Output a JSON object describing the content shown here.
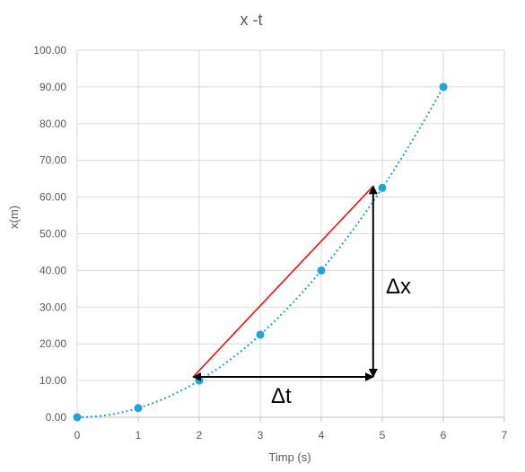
{
  "chart_data": {
    "type": "scatter",
    "title": "x -t",
    "xlabel": "Timp (s)",
    "ylabel": "x(m)",
    "xlim": [
      0,
      7
    ],
    "ylim": [
      0,
      100
    ],
    "x_ticks": [
      "0",
      "1",
      "2",
      "3",
      "4",
      "5",
      "6",
      "7"
    ],
    "y_ticks": [
      "0.00",
      "10.00",
      "20.00",
      "30.00",
      "40.00",
      "50.00",
      "60.00",
      "70.00",
      "80.00",
      "90.00",
      "100.00"
    ],
    "grid": true,
    "legend": "none",
    "series": [
      {
        "x": [
          0,
          1,
          2,
          3,
          4,
          5,
          6
        ],
        "y": [
          0,
          2.5,
          10,
          22.5,
          40,
          62.5,
          90
        ],
        "color": "#1fa3dc",
        "trendline": "polynomial, dotted"
      }
    ],
    "annotations": {
      "secant": {
        "from": [
          1.9,
          11
        ],
        "to": [
          4.85,
          63
        ],
        "color": "#ff0000"
      },
      "delta_t": {
        "label": "Δt",
        "from": [
          1.9,
          11
        ],
        "to": [
          4.85,
          11
        ]
      },
      "delta_x": {
        "label": "Δx",
        "from": [
          4.85,
          11
        ],
        "to": [
          4.85,
          63
        ]
      }
    }
  }
}
